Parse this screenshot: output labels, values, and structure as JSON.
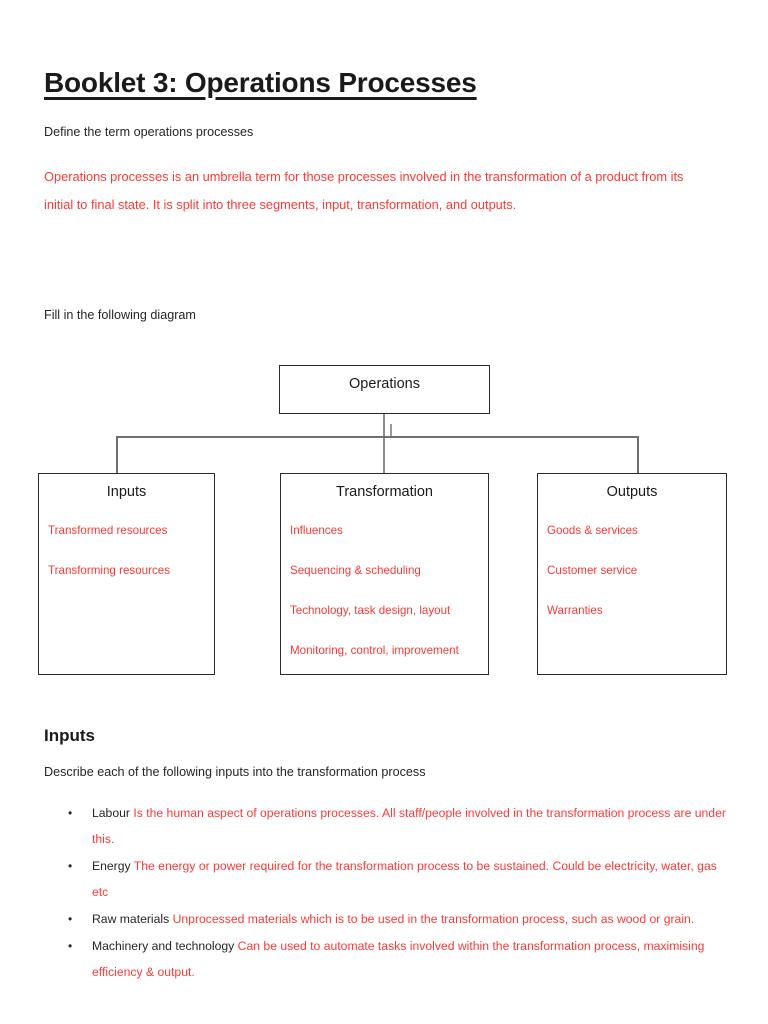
{
  "document": {
    "title": "Booklet 3: Operations Processes",
    "accent_color": "#fb3a36",
    "text_color": "#262626"
  },
  "define_section": {
    "prompt": "Define the term operations processes",
    "answer": "Operations processes is  an umbrella term for those processes involved in the transformation of a product from its initial to final state. It is split into three segments, input, transformation, and outputs."
  },
  "diagram_section": {
    "prompt": "Fill in the following diagram",
    "root": {
      "title": "Operations"
    },
    "branches": [
      {
        "title": "Inputs",
        "items": [
          "Transformed resources",
          "Transforming resources"
        ]
      },
      {
        "title": "Transformation",
        "items": [
          "Influences",
          "Sequencing & scheduling",
          "Technology, task design, layout",
          "Monitoring, control, improvement"
        ]
      },
      {
        "title": "Outputs",
        "items": [
          "Goods & services",
          "Customer service",
          "Warranties"
        ]
      }
    ]
  },
  "inputs_section": {
    "heading": "Inputs",
    "prompt": "Describe each of the following inputs into the transformation process",
    "bullet_glyph": "•",
    "bullets": [
      {
        "term": "Labour ",
        "description": "Is the human aspect of operations processes. All staff/people involved in the transformation process are under this."
      },
      {
        "term": "Energy ",
        "description": "The energy or power required for the transformation process to be sustained. Could be electricity, water, gas etc"
      },
      {
        "term": "Raw materials ",
        "description": "Unprocessed materials which is to be used in the transformation process, such as wood or grain."
      },
      {
        "term": "Machinery and technology ",
        "description": "Can be used to automate tasks involved within the transformation process, maximising efficiency & output."
      }
    ]
  }
}
